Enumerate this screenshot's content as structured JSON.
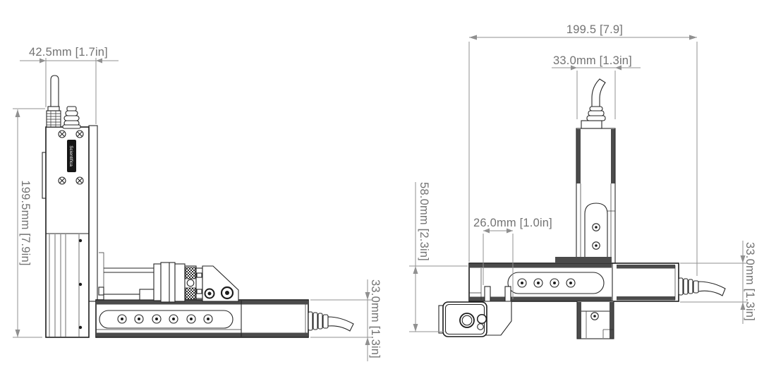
{
  "colors": {
    "background": "#ffffff",
    "linework": "#262626",
    "dark_band": "#4b4b4b",
    "dimension_line": "#909090",
    "dimension_text": "#737373",
    "label_bg": "#161616",
    "label_text": "#ffffff"
  },
  "left_view": {
    "dim_depth": "42.5mm [1.7in]",
    "dim_height": "199.5mm [7.9in]",
    "dim_rail_height": "33.0mm [1.3in]",
    "brand_label": "Scientifica"
  },
  "right_view": {
    "dim_length": "199.5 [7.9]",
    "dim_column_width": "33.0mm [1.3in]",
    "dim_drop_height": "58.0mm [2.3in]",
    "dim_clamp_width": "26.0mm [1.0in]",
    "dim_rail_height": "33.0mm [1.3in]"
  }
}
